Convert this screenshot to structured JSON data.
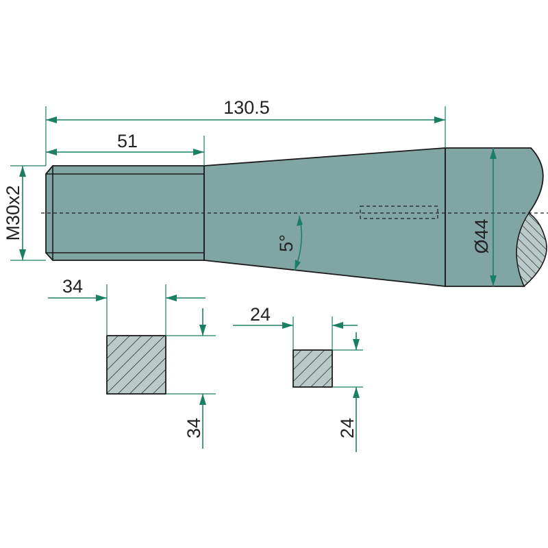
{
  "dimensions": {
    "overall_length": "130.5",
    "thread_length": "51",
    "thread": "M30x2",
    "taper_angle": "5°",
    "head_diameter": "Ø44",
    "square_large_width": "34",
    "square_large_height": "34",
    "square_small_width": "24",
    "square_small_height": "24"
  },
  "colors": {
    "part_fill": "#80a5a2",
    "dimension": "#1b7f64",
    "section_fill": "#b9cac8"
  }
}
